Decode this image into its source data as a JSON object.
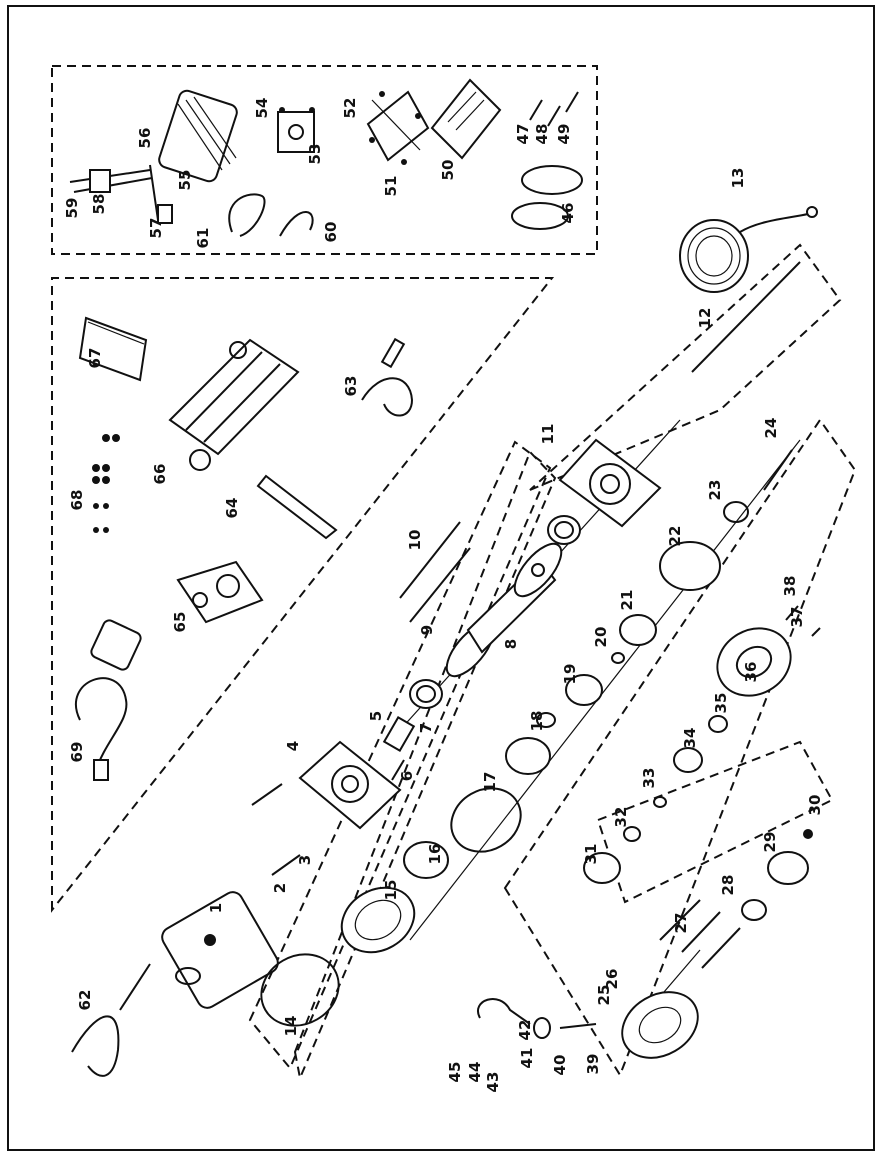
{
  "diagram": {
    "colors": {
      "ink": "#111111",
      "paper": "#ffffff"
    },
    "part_numbers": [
      "1",
      "2",
      "3",
      "4",
      "5",
      "6",
      "7",
      "8",
      "9",
      "10",
      "11",
      "12",
      "13",
      "14",
      "15",
      "16",
      "17",
      "18",
      "19",
      "20",
      "21",
      "22",
      "23",
      "24",
      "25",
      "26",
      "27",
      "28",
      "29",
      "30",
      "31",
      "32",
      "33",
      "34",
      "35",
      "36",
      "37",
      "38",
      "39",
      "40",
      "41",
      "42",
      "43",
      "44",
      "45",
      "46",
      "47",
      "48",
      "49",
      "50",
      "51",
      "52",
      "53",
      "54",
      "55",
      "56",
      "57",
      "58",
      "59",
      "60",
      "61",
      "62",
      "63",
      "64",
      "65",
      "66",
      "67",
      "68",
      "69"
    ]
  }
}
